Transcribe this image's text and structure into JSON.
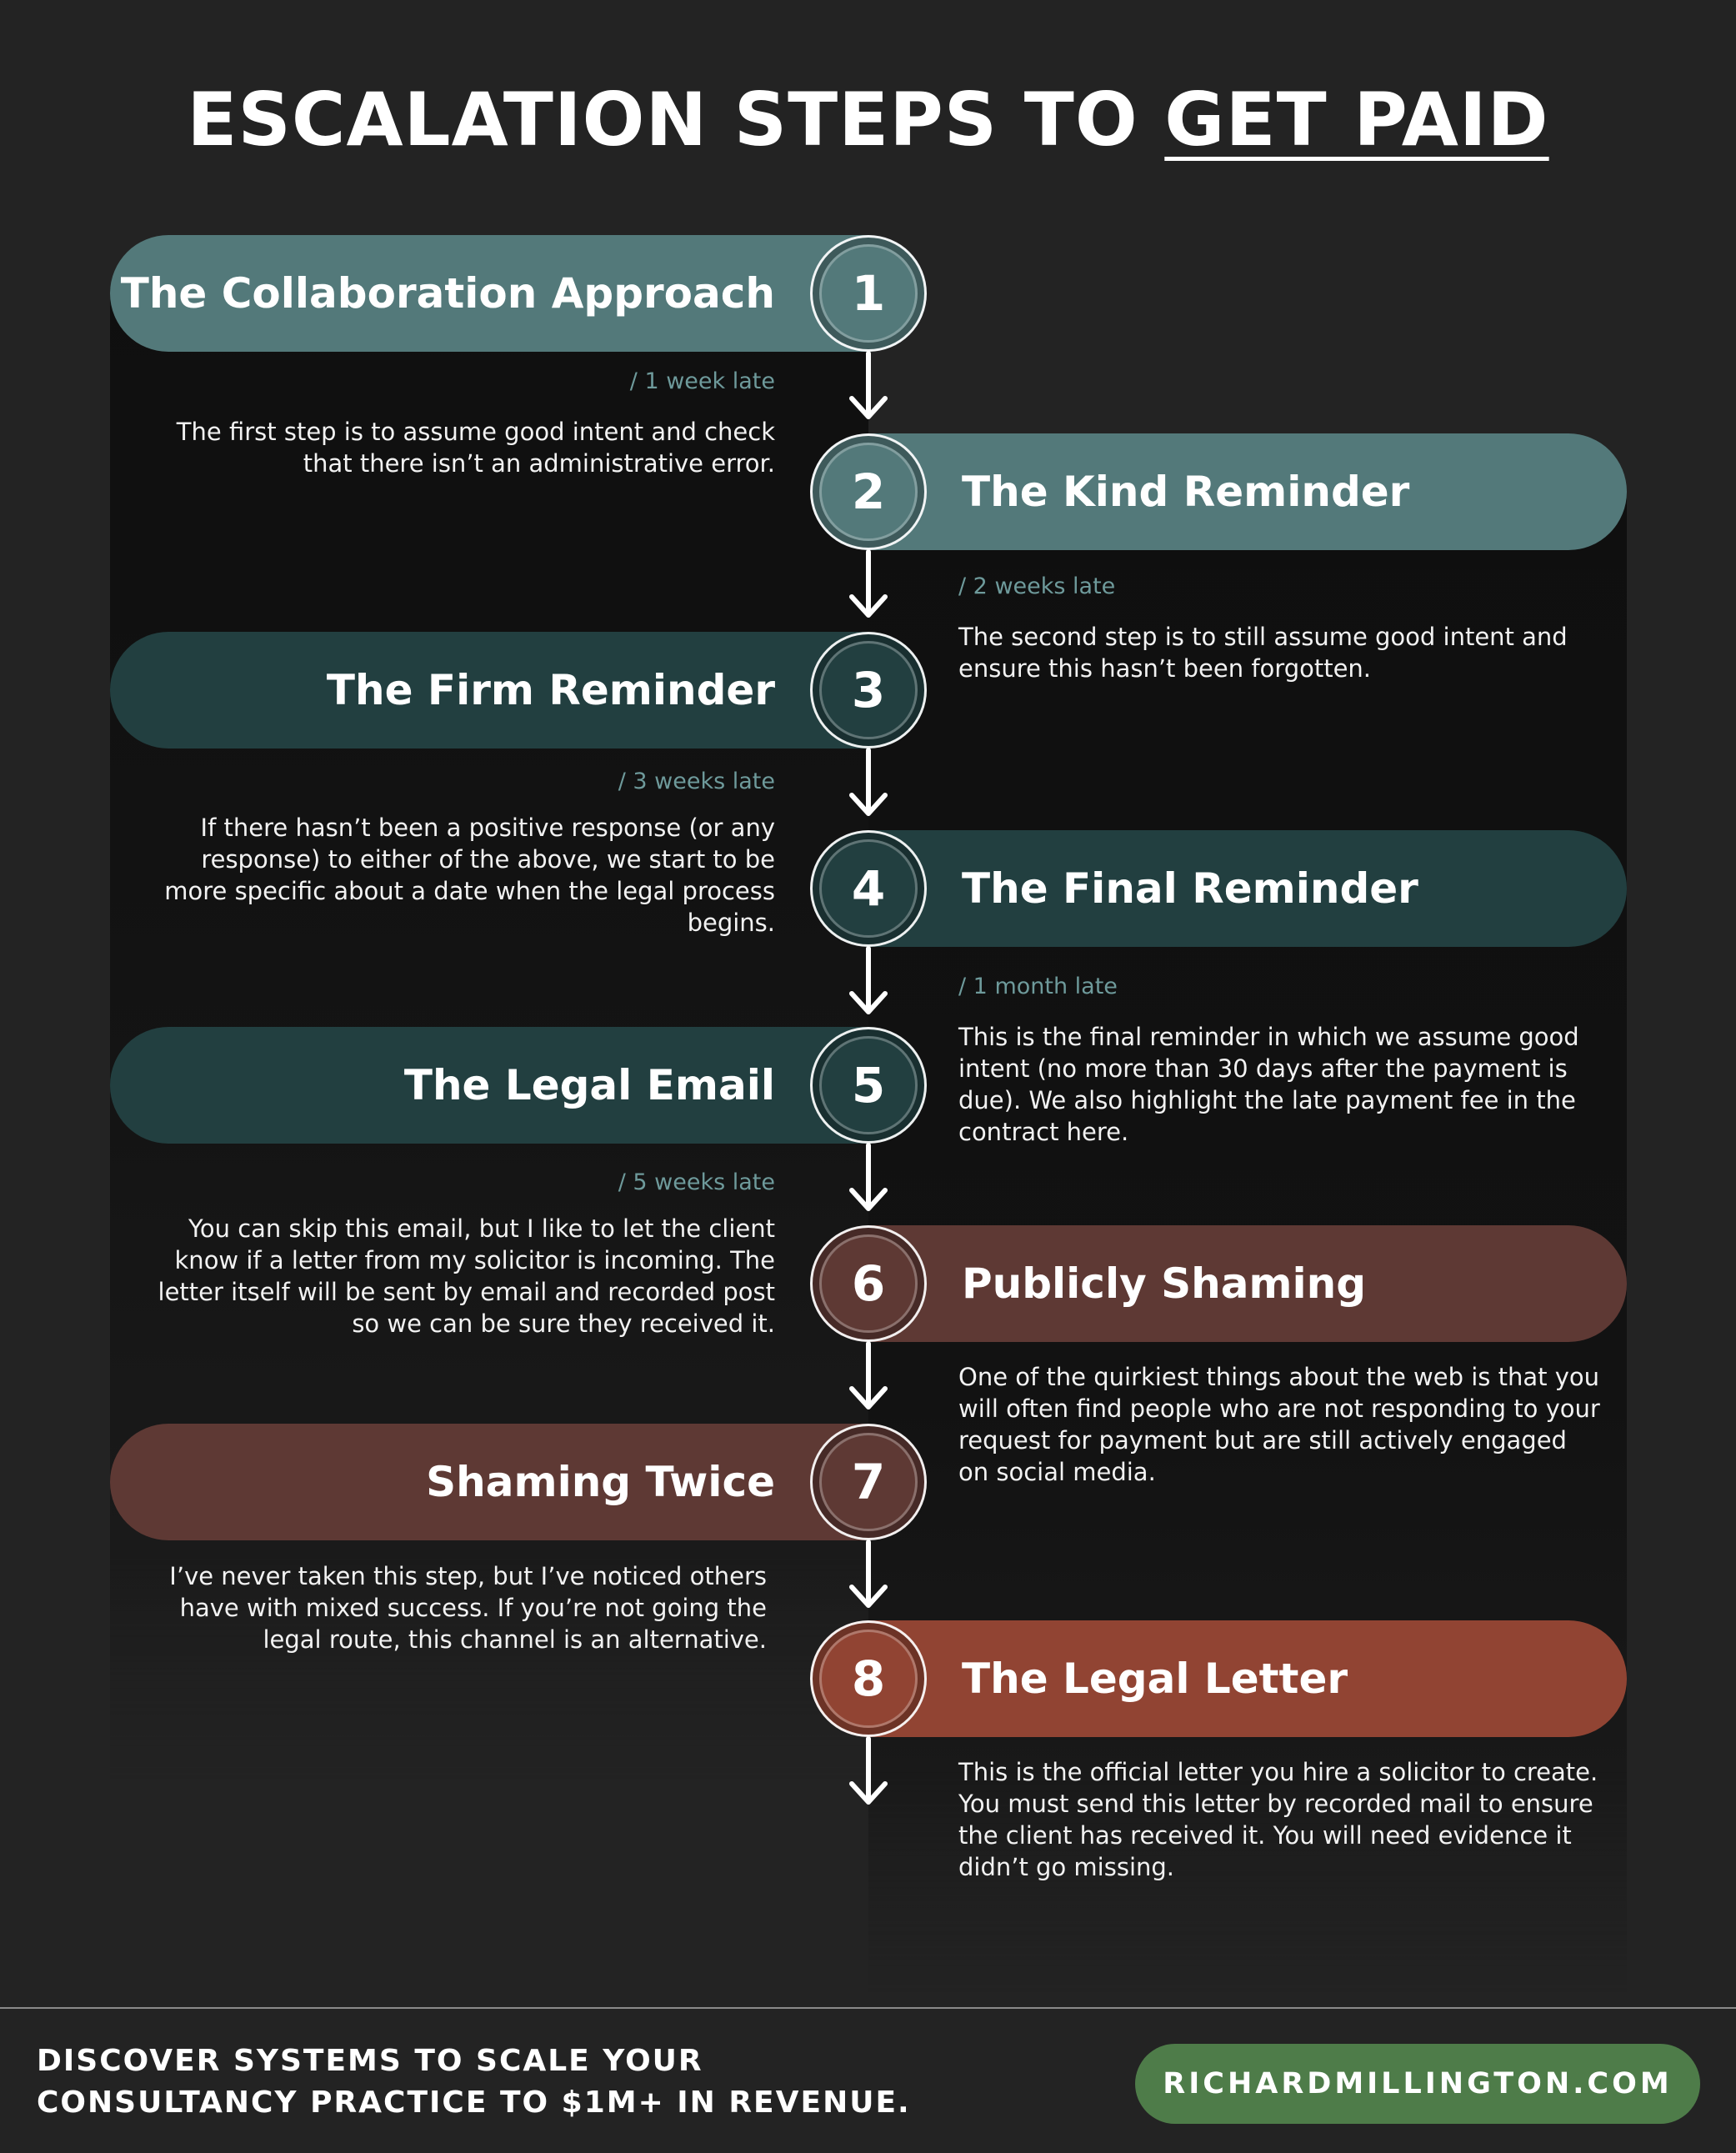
{
  "title": {
    "prefix": "ESCALATION STEPS TO ",
    "emphasis": "GET PAID"
  },
  "steps": [
    {
      "number": "1",
      "title": "The Collaboration Approach",
      "late": "/ 1 week late",
      "description": "The first step is to assume good intent and check that there isn’t an administrative error.",
      "color": "#53797a"
    },
    {
      "number": "2",
      "title": "The Kind Reminder",
      "late": "/ 2 weeks late",
      "description": "The second step is to still assume good intent and ensure this hasn’t been forgotten.",
      "color": "#53797a"
    },
    {
      "number": "3",
      "title": "The Firm Reminder",
      "late": "/ 3 weeks late",
      "description": "If there hasn’t been a positive response (or any response) to either of the above, we start to be more specific about a date when the legal process begins.",
      "color": "#223f40"
    },
    {
      "number": "4",
      "title": "The Final Reminder",
      "late": "/ 1 month late",
      "description": "This is the final reminder in which we assume good intent (no more than 30 days after the payment is due). We also highlight the late payment fee in the contract here.",
      "color": "#223f40"
    },
    {
      "number": "5",
      "title": "The Legal Email",
      "late": "/ 5 weeks late",
      "description": "You can skip this email, but I like to let the client know if a letter from my solicitor is incoming. The letter itself will be sent by email and recorded post so we can be sure they received it.",
      "color": "#223f40"
    },
    {
      "number": "6",
      "title": "Publicly Shaming",
      "late": "",
      "description": "One of the quirkiest things about the web is that you will often find people who are not responding to your request for payment but are still actively engaged on social media.",
      "color": "#5e3934"
    },
    {
      "number": "7",
      "title": "Shaming Twice",
      "late": "",
      "description": "I’ve never taken this step, but I’ve noticed others have with mixed success. If you’re not going the legal route, this channel is an alternative.",
      "color": "#5e3934"
    },
    {
      "number": "8",
      "title": "The Legal Letter",
      "late": "",
      "description": "This is the official letter you hire a solicitor to create. You must send this letter by recorded mail to ensure the client has received it. You will need evidence it didn’t go missing.",
      "color": "#914433"
    }
  ],
  "footer": {
    "line1": "DISCOVER SYSTEMS TO SCALE YOUR",
    "line2": "CONSULTANCY PRACTICE TO $1M+ IN REVENUE.",
    "cta": "RICHARDMILLINGTON.COM"
  },
  "icons": {
    "arrow": "arrow-down-icon"
  }
}
